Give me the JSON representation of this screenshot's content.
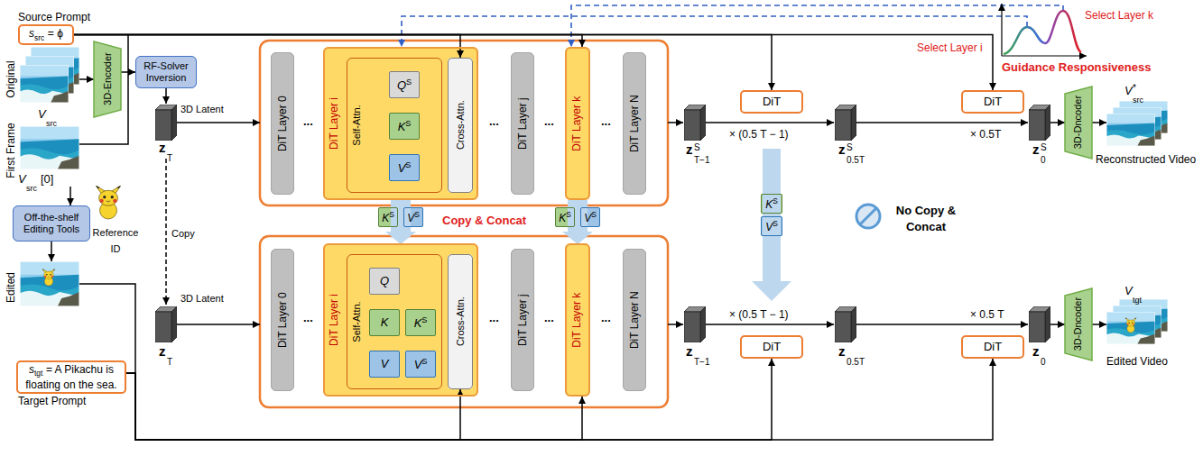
{
  "diagram": {
    "nodes": [
      {
        "text": [
          "Source Prompt",
          "s",
          "src",
          "= ϕ"
        ]
      },
      {
        "text": [
          "3D-Encoder"
        ]
      },
      {
        "text": [
          "RF-Solver Inversion"
        ]
      },
      {
        "text": [
          "Off-the-shelf Editing Tools"
        ]
      },
      {
        "text": [
          "s",
          "tgt",
          "= A Pikachu is floating on the sea.",
          "Target Prompt"
        ]
      },
      {
        "text": [
          "DiT Layer 0"
        ]
      },
      {
        "text": [
          "DiT Layer i"
        ]
      },
      {
        "text": [
          "Self-Attn."
        ],
        "in": 6
      },
      {
        "text": [
          "Q",
          "S"
        ],
        "in": 7
      },
      {
        "text": [
          "K",
          "S"
        ],
        "in": 7
      },
      {
        "text": [
          "V",
          "S"
        ],
        "in": 7
      },
      {
        "text": [
          "Cross-Attn."
        ],
        "in": 6
      },
      {
        "text": [
          "DiT Layer j"
        ]
      },
      {
        "text": [
          "DiT Layer k"
        ]
      },
      {
        "text": [
          "DiT Layer N"
        ]
      },
      {
        "text": [
          "DiT"
        ]
      },
      {
        "text": [
          "DiT"
        ]
      },
      {
        "text": [
          "3D-Dncoder"
        ]
      },
      {
        "text": [
          "K",
          "S"
        ]
      },
      {
        "text": [
          "V",
          "S"
        ]
      },
      {
        "text": [
          "K",
          "S"
        ]
      },
      {
        "text": [
          "V",
          "S"
        ]
      },
      {
        "text": [
          "K",
          "S"
        ]
      },
      {
        "text": [
          "V",
          "S"
        ]
      },
      {
        "text": [
          "DiT Layer 0"
        ]
      },
      {
        "text": [
          "DiT Layer i"
        ]
      },
      {
        "text": [
          "Self-Attn."
        ],
        "in": 25
      },
      {
        "text": [
          "Q"
        ],
        "in": 26
      },
      {
        "text": [
          "K"
        ],
        "in": 26
      },
      {
        "text": [
          "K",
          "S"
        ],
        "in": 26
      },
      {
        "text": [
          "V"
        ],
        "in": 26
      },
      {
        "text": [
          "V",
          "S"
        ],
        "in": 26
      },
      {
        "text": [
          "Cross-Attn."
        ],
        "in": 25
      },
      {
        "text": [
          "DiT Layer j"
        ]
      },
      {
        "text": [
          "DiT Layer k"
        ]
      },
      {
        "text": [
          "DiT Layer N"
        ]
      },
      {
        "text": [
          "DiT"
        ]
      },
      {
        "text": [
          "DiT"
        ]
      },
      {
        "text": [
          "3D-Dncoder"
        ]
      }
    ],
    "edges": [
      {
        "from": 1,
        "to": 2,
        "arrow": "to"
      },
      {
        "from": 0,
        "to": 11,
        "arrow": "to"
      },
      {
        "from": 0,
        "to": 13,
        "arrow": "to"
      },
      {
        "from": 0,
        "to": 15,
        "arrow": "to"
      },
      {
        "from": 0,
        "to": 16,
        "arrow": "to"
      },
      {
        "from": 6,
        "to": 25,
        "arrow": "to"
      },
      {
        "from": 13,
        "to": 34,
        "arrow": "to"
      },
      {
        "from": 4,
        "to": 32,
        "arrow": "to"
      },
      {
        "from": 4,
        "to": 34,
        "arrow": "to"
      },
      {
        "from": 4,
        "to": 36,
        "arrow": "to"
      },
      {
        "from": 4,
        "to": 37,
        "arrow": "to"
      }
    ],
    "labels": [
      "Original",
      "V",
      "src",
      "First Frame",
      "V",
      "src",
      "[0]",
      "3D Latent",
      "z",
      "T",
      "Reference ID",
      "Edited",
      "...",
      "...",
      "...",
      "...",
      "Copy & Concat",
      "Copy",
      "3D Latent",
      "z",
      "T",
      "...",
      "...",
      "...",
      "...",
      "z",
      "T−1",
      "S",
      "× (0.5 T − 1)",
      "z",
      "0.5T",
      "S",
      "× 0.5T",
      "z",
      "0",
      "S",
      "V",
      "src",
      "*",
      "Reconstructed Video",
      "Select Layer i",
      "Select Layer k",
      "Guidance Responsiveness",
      "No Copy & Concat",
      "z",
      "T−1",
      "× (0.5 T − 1)",
      "z",
      "0.5T",
      "× 0.5 T",
      "z",
      "0",
      "V",
      "tgt",
      "Edited Video"
    ]
  }
}
